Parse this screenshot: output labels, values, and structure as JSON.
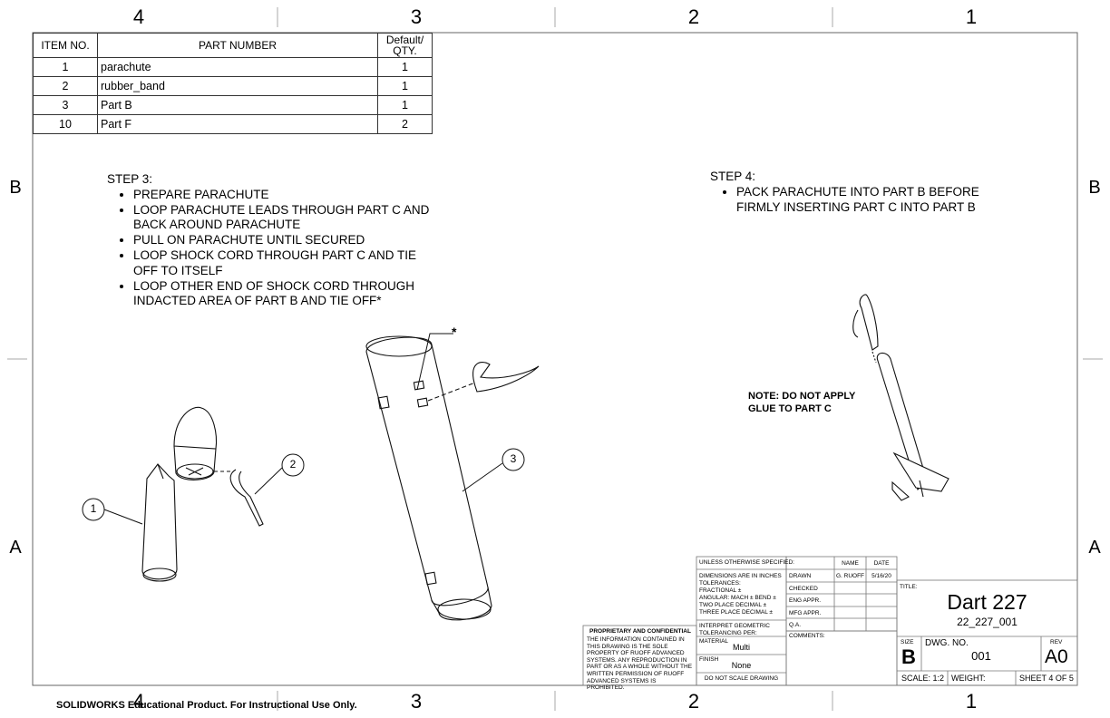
{
  "zones": {
    "top": [
      "4",
      "3",
      "2",
      "1"
    ],
    "bottom": [
      "4",
      "3",
      "2",
      "1"
    ],
    "left": [
      "B",
      "A"
    ],
    "right": [
      "B",
      "A"
    ]
  },
  "bom": {
    "headers": [
      "ITEM NO.",
      "PART NUMBER",
      "Default/ QTY."
    ],
    "rows": [
      {
        "item": "1",
        "part": "parachute",
        "qty": "1"
      },
      {
        "item": "2",
        "part": "rubber_band",
        "qty": "1"
      },
      {
        "item": "3",
        "part": "Part B",
        "qty": "1"
      },
      {
        "item": "10",
        "part": "Part F",
        "qty": "2"
      }
    ]
  },
  "step3": {
    "title": "STEP 3:",
    "items": [
      "PREPARE PARACHUTE",
      "LOOP PARACHUTE LEADS THROUGH PART C AND BACK AROUND PARACHUTE",
      "PULL ON PARACHUTE UNTIL SECURED",
      "LOOP SHOCK CORD THROUGH PART C AND TIE OFF TO ITSELF",
      "LOOP OTHER END OF SHOCK CORD THROUGH INDACTED AREA OF PART B AND TIE OFF*"
    ]
  },
  "step4": {
    "title": "STEP 4:",
    "items": [
      "PACK PARACHUTE INTO PART B BEFORE FIRMLY INSERTING PART C INTO PART B"
    ]
  },
  "note": "NOTE: DO NOT APPLY GLUE TO PART C",
  "balloons": [
    "1",
    "2",
    "3"
  ],
  "asterisk": "*",
  "title_block": {
    "unless": "UNLESS OTHERWISE SPECIFIED:",
    "name_hdr": "NAME",
    "date_hdr": "DATE",
    "dims": "DIMENSIONS ARE IN INCHES",
    "tolerances": "TOLERANCES:",
    "fractional": "FRACTIONAL ±",
    "angular": "ANGULAR: MACH ±    BEND ±",
    "two_place": "TWO PLACE DECIMAL    ±",
    "three_place": "THREE PLACE DECIMAL  ±",
    "interpret": "INTERPRET GEOMETRIC TOLERANCING PER:",
    "material_lbl": "MATERIAL",
    "material": "Multi",
    "finish_lbl": "FINISH",
    "finish": "None",
    "no_scale": "DO NOT SCALE DRAWING",
    "drawn": "DRAWN",
    "drawn_name": "G. RUOFF",
    "drawn_date": "5/16/20",
    "checked": "CHECKED",
    "eng": "ENG APPR.",
    "mfg": "MFG APPR.",
    "qa": "Q.A.",
    "comments": "COMMENTS:",
    "title_lbl": "TITLE:",
    "title": "Dart 227",
    "subtitle": "22_227_001",
    "size_lbl": "SIZE",
    "size": "B",
    "dwg_lbl": "DWG.  NO.",
    "dwg": "001",
    "rev_lbl": "REV",
    "rev": "A0",
    "scale": "SCALE: 1:2",
    "weight": "WEIGHT:",
    "sheet": "SHEET 4 OF 5",
    "prop_title": "PROPRIETARY AND CONFIDENTIAL",
    "prop_text": "THE INFORMATION CONTAINED IN THIS DRAWING IS THE SOLE PROPERTY OF RUOFF ADVANCED SYSTEMS.  ANY REPRODUCTION IN PART OR AS A WHOLE WITHOUT THE WRITTEN PERMISSION OF RUOFF ADVANCED SYSTEMS IS PROHIBITED."
  },
  "watermark": "SOLIDWORKS Educational Product. For Instructional Use Only."
}
